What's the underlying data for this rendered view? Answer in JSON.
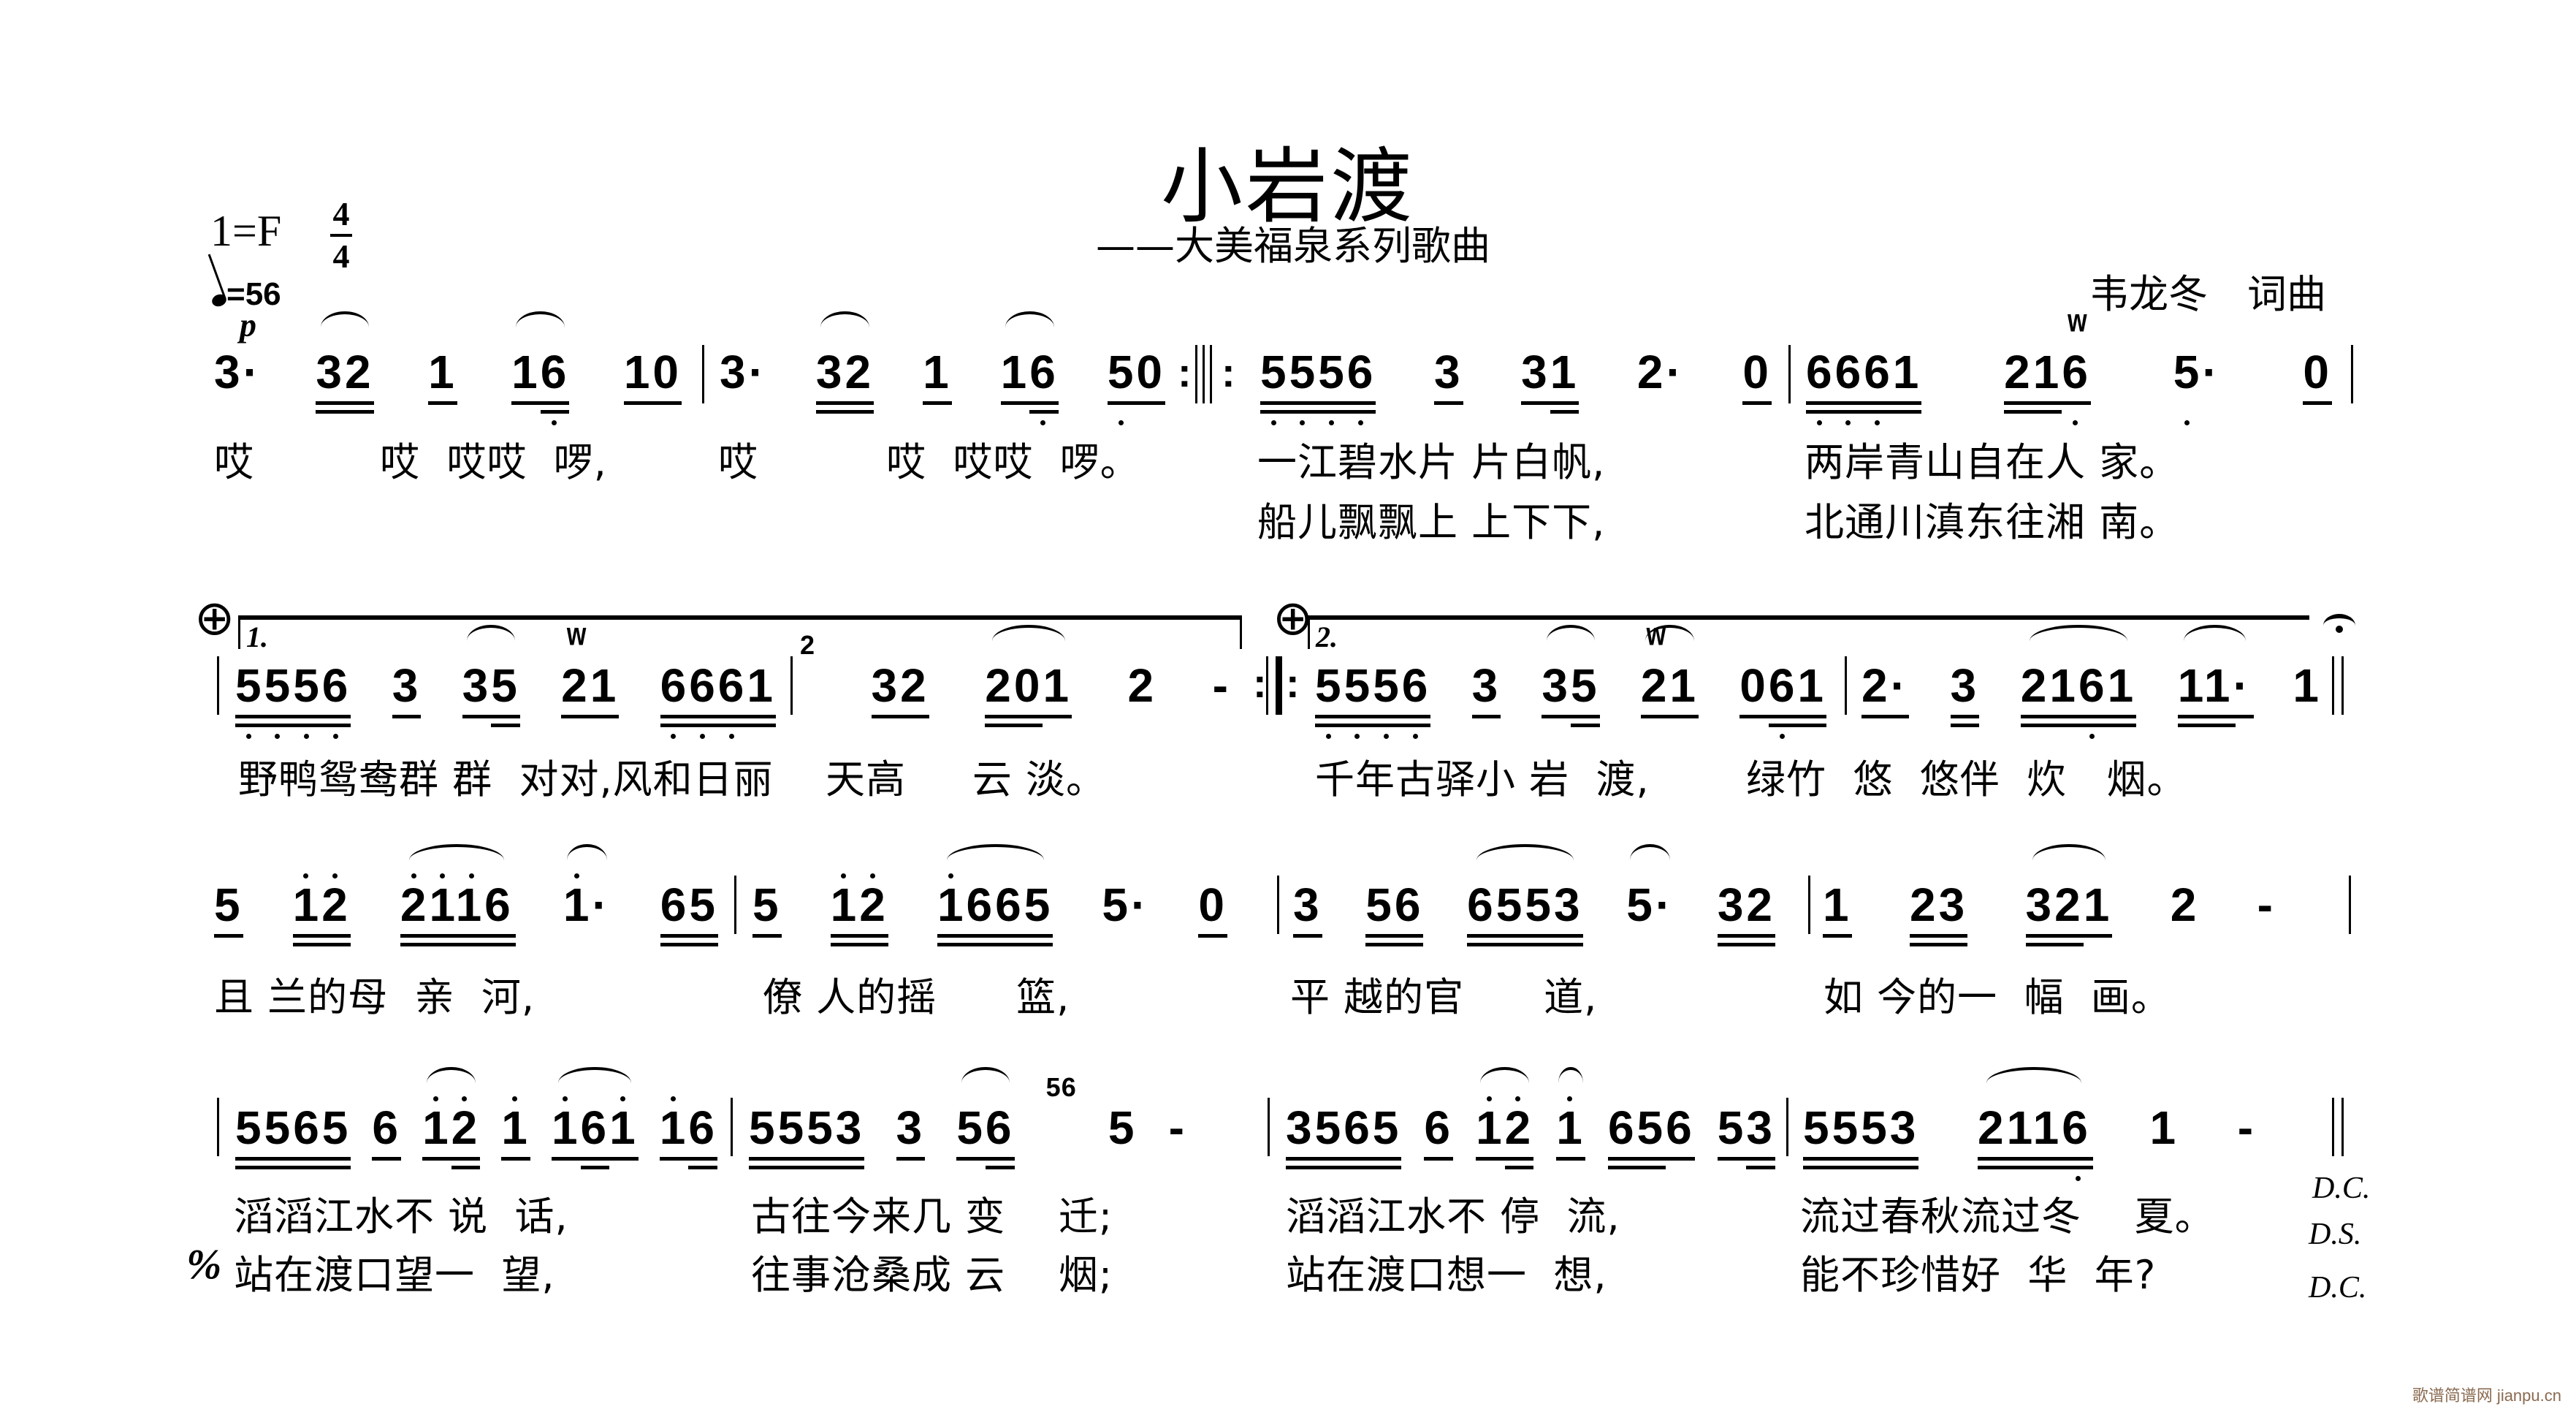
{
  "title": "小岩渡",
  "subtitle": "——大美福泉系列歌曲",
  "key": "1=F",
  "time_sig": {
    "top": "4",
    "bottom": "4"
  },
  "tempo": "=56",
  "dynamic": "p",
  "credit": "韦龙冬　词曲",
  "volta": [
    "1.",
    "2."
  ],
  "segno": "%",
  "coda": "⊕",
  "trill": "w",
  "directions": [
    "D.C.",
    "D.S.",
    "D.C."
  ],
  "watermark": "歌谱简谱网 jianpu.cn",
  "measures": [
    [
      {
        "t": "3·",
        "b": "00"
      },
      {
        "t": "32",
        "b": "22",
        "s": 1
      },
      {
        "t": "1",
        "b": "1"
      },
      {
        "t": "16",
        "b": "12",
        "o": " .",
        "s": 1
      },
      {
        "t": "10",
        "b": "11"
      }
    ],
    [
      {
        "t": "3·",
        "b": "00"
      },
      {
        "t": "32",
        "b": "22",
        "s": 1
      },
      {
        "t": "1",
        "b": "1"
      },
      {
        "t": "16",
        "b": "12",
        "o": " .",
        "s": 1
      },
      {
        "t": "50",
        "b": "11",
        "o": ". "
      }
    ],
    [
      {
        "t": "5556",
        "b": "2222",
        "o": "...."
      },
      {
        "t": "3",
        "b": "1"
      },
      {
        "t": "31",
        "b": "12"
      },
      {
        "t": "2·",
        "b": "00"
      },
      {
        "t": "0",
        "b": "1"
      }
    ],
    [
      {
        "t": "6661",
        "b": "2222",
        "o": "... "
      },
      {
        "t": "216",
        "b": "221",
        "o": "  .",
        "tr": 2
      },
      {
        "t": "5·",
        "b": "00",
        "o": ". "
      },
      {
        "t": "0",
        "b": "1"
      }
    ],
    [
      {
        "t": "5556",
        "b": "2222",
        "o": "...."
      },
      {
        "t": "3",
        "b": "1"
      },
      {
        "t": "35",
        "b": "12",
        "s": 1
      },
      {
        "t": "21",
        "b": "11",
        "tr": 0
      },
      {
        "t": "6661",
        "b": "2222",
        "o": "... "
      }
    ],
    [
      {
        "t": "2",
        "b": "0",
        "g": 1
      },
      {
        "t": "32",
        "b": "11"
      },
      {
        "t": "201",
        "b": "221",
        "s": 1
      },
      {
        "t": "2",
        "b": "0"
      },
      {
        "t": "-",
        "b": "0"
      }
    ],
    [
      {
        "t": "5556",
        "b": "2222",
        "o": "...."
      },
      {
        "t": "3",
        "b": "1"
      },
      {
        "t": "35",
        "b": "12",
        "s": 1
      },
      {
        "t": "21",
        "b": "11",
        "s": 1,
        "tr": 0
      },
      {
        "t": "061",
        "b": "122",
        "o": " . "
      }
    ],
    [
      {
        "t": "2·",
        "b": "11"
      },
      {
        "t": "3",
        "b": "2"
      },
      {
        "t": "2161",
        "b": "2222",
        "o": "  . ",
        "s": 1
      },
      {
        "t": "11·",
        "b": "221",
        "s": 1
      },
      {
        "t": "1",
        "b": "0"
      }
    ],
    [
      {
        "t": "5",
        "b": "1"
      },
      {
        "t": "12",
        "b": "22",
        "o": "^^"
      },
      {
        "t": "2116",
        "b": "2222",
        "o": "^^^ ",
        "s": 1
      },
      {
        "t": "1·",
        "b": "00",
        "o": "^ ",
        "s": 1
      },
      {
        "t": "65",
        "b": "22"
      }
    ],
    [
      {
        "t": "5",
        "b": "1"
      },
      {
        "t": "12",
        "b": "22",
        "o": "^^"
      },
      {
        "t": "1665",
        "b": "2222",
        "o": "^   ",
        "s": 1
      },
      {
        "t": "5·",
        "b": "00"
      },
      {
        "t": "0",
        "b": "1"
      }
    ],
    [
      {
        "t": "3",
        "b": "1"
      },
      {
        "t": "56",
        "b": "22"
      },
      {
        "t": "6553",
        "b": "2222",
        "s": 1
      },
      {
        "t": "5·",
        "b": "00",
        "s": 1
      },
      {
        "t": "32",
        "b": "22"
      }
    ],
    [
      {
        "t": "1",
        "b": "1"
      },
      {
        "t": "23",
        "b": "22"
      },
      {
        "t": "321",
        "b": "221",
        "s": 1
      },
      {
        "t": "2",
        "b": "0"
      },
      {
        "t": "-",
        "b": "0"
      }
    ],
    [
      {
        "t": "5565",
        "b": "2222"
      },
      {
        "t": "6",
        "b": "1"
      },
      {
        "t": "12",
        "b": "12",
        "o": "^^",
        "s": 1
      },
      {
        "t": "1",
        "b": "1",
        "o": "^"
      },
      {
        "t": "161",
        "b": "121",
        "o": "^ ^",
        "s": 1
      },
      {
        "t": "16",
        "b": "12",
        "o": "^ "
      }
    ],
    [
      {
        "t": "5553",
        "b": "2222"
      },
      {
        "t": "3",
        "b": "1"
      },
      {
        "t": "56",
        "b": "12",
        "s": 1
      },
      {
        "t": "56",
        "b": "00",
        "g": 1
      },
      {
        "t": "5",
        "b": "0"
      },
      {
        "t": "-",
        "b": "0"
      }
    ],
    [
      {
        "t": "3565",
        "b": "2222"
      },
      {
        "t": "6",
        "b": "1"
      },
      {
        "t": "12",
        "b": "12",
        "o": "^^",
        "s": 1
      },
      {
        "t": "1",
        "b": "1",
        "o": "^",
        "s": 1
      },
      {
        "t": "656",
        "b": "221"
      },
      {
        "t": "53",
        "b": "12"
      }
    ],
    [
      {
        "t": "5553",
        "b": "2222"
      },
      {
        "t": "2116",
        "b": "2222",
        "o": "   .",
        "s": 1
      },
      {
        "t": "1",
        "b": "0"
      },
      {
        "t": "-",
        "b": "0"
      }
    ]
  ],
  "lyrics": {
    "row1": [
      "哎",
      "哎  哎哎  啰,",
      "哎",
      "哎  哎哎  啰。",
      "一江碧水片 片白帆,",
      "两岸青山自在人 家。"
    ],
    "row1_v2": [
      "船儿飘飘上 上下下,",
      "北通川滇东往湘 南。"
    ],
    "row2": [
      "野鸭鸳鸯群 群  对对,风和日丽",
      "天高     云 淡。",
      "千年古驿小 岩  渡,",
      "绿竹  悠  悠伴  炊   烟。"
    ],
    "row3": [
      "且 兰的母  亲  河,",
      "僚 人的摇      篮,",
      "平 越的官      道,",
      "如 今的一  幅  画。"
    ],
    "row4": [
      "滔滔江水不 说  话,",
      "古往今来几 变    迁;",
      "滔滔江水不 停  流,",
      "流过春秋流过冬    夏。"
    ],
    "row4_v2": [
      "站在渡口望一  望,",
      "往事沧桑成 云    烟;",
      "站在渡口想一  想,",
      "能不珍惜好  华  年?"
    ]
  }
}
